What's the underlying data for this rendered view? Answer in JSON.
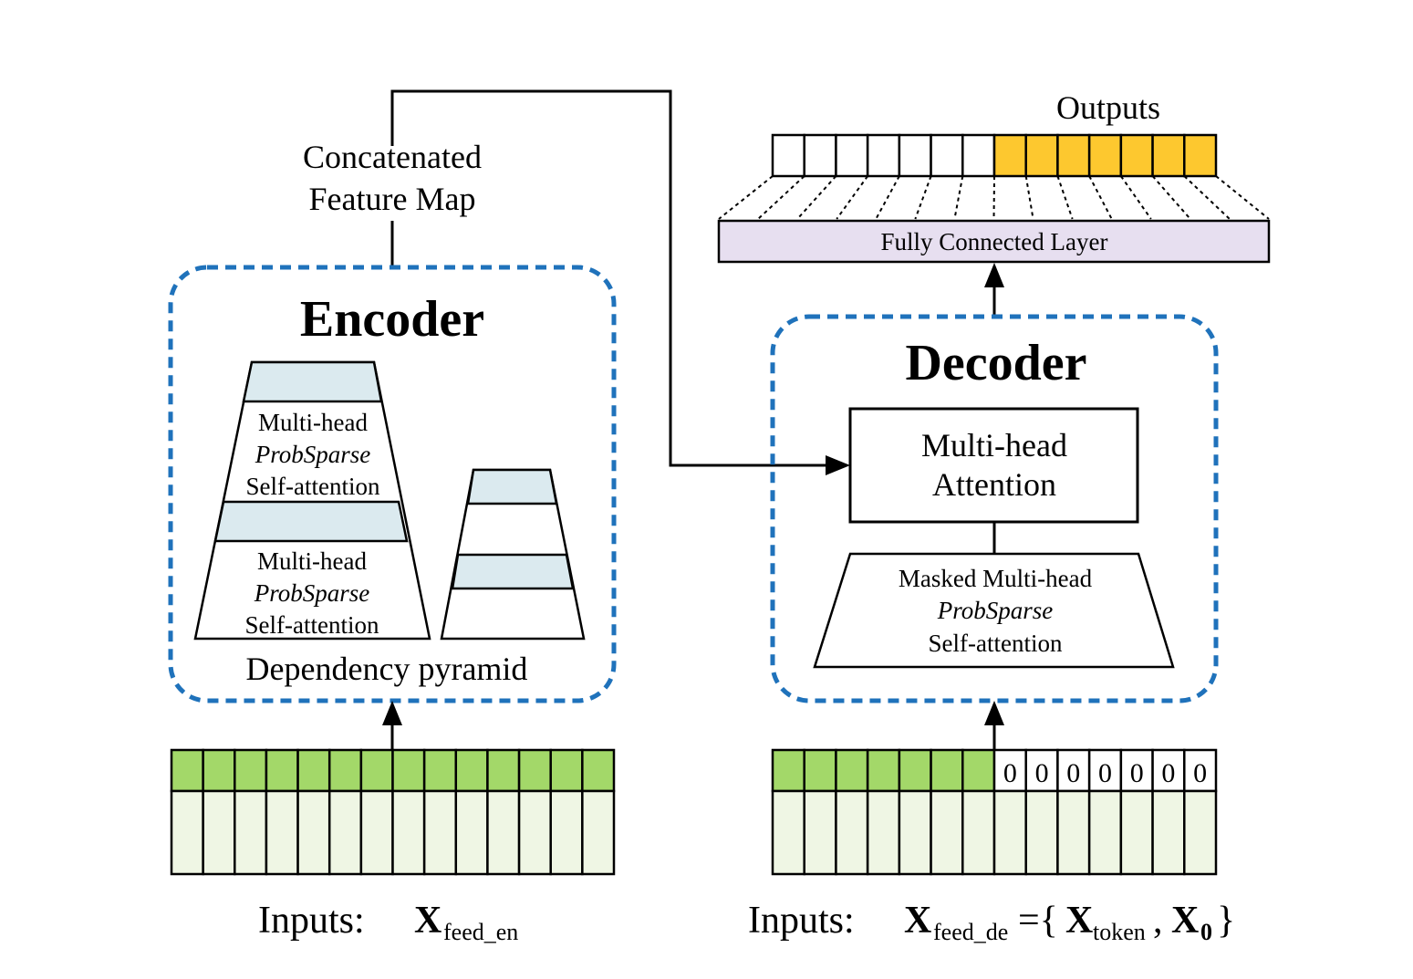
{
  "encoder": {
    "title": "Encoder",
    "block_label": {
      "line1": "Multi-head",
      "line2": "ProbSparse",
      "line3": "Self-attention"
    },
    "footer": "Dependency pyramid",
    "output_label": {
      "line1": "Concatenated",
      "line2": "Feature Map"
    }
  },
  "decoder": {
    "title": "Decoder",
    "attention_label": {
      "line1": "Multi-head",
      "line2": "Attention"
    },
    "masked_label": {
      "line1": "Masked Multi-head",
      "line2": "ProbSparse",
      "line3": "Self-attention"
    }
  },
  "fully_connected": "Fully Connected Layer",
  "outputs_label": "Outputs",
  "encoder_input": {
    "prefix": "Inputs:",
    "symbol": "X",
    "subscript": "feed_en"
  },
  "decoder_input": {
    "prefix": "Inputs:",
    "symbol": "X",
    "subscript": "feed_de",
    "equals": "={",
    "token_symbol": "X",
    "token_sub": "token",
    "comma": ",",
    "zero_symbol": "X",
    "zero_sub": "0",
    "close": "}"
  },
  "zero_cell": "0",
  "colors": {
    "dashed_border": "#1f72bb",
    "input_green": "#a3d869",
    "input_light": "#eff6e4",
    "output_yellow": "#fdc82f",
    "fc_purple": "#e7dff0",
    "pyramid_band": "#dbeaef"
  }
}
